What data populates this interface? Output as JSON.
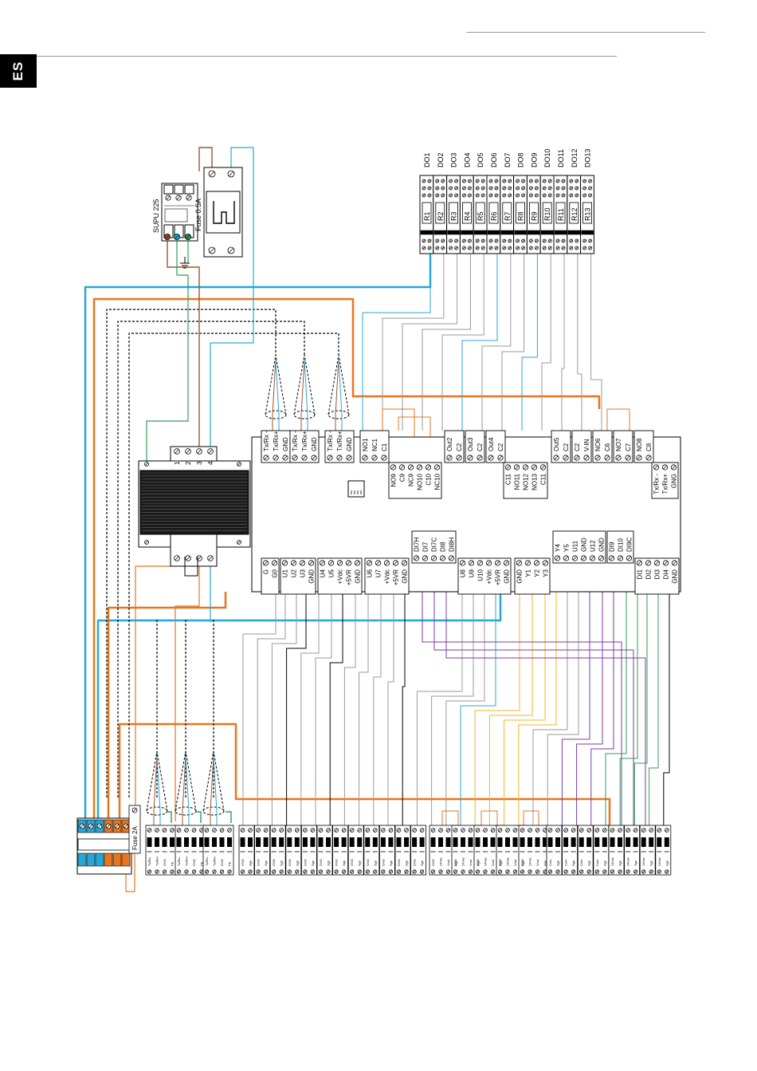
{
  "header": {
    "language_tab": "ES"
  },
  "colors": {
    "blue": "#27a7d8",
    "orange": "#e8761c",
    "brown": "#a0522d",
    "green": "#2e9e57",
    "purple": "#7c3aa0",
    "yellow": "#f0b428",
    "gray": "#9a9a9a",
    "dark": "#000000"
  },
  "power": {
    "supply_label": "SUPU 225",
    "fuse_small": "Fuse 0.5A",
    "fuse_main": "Fuse 2A"
  },
  "relays": {
    "do_labels": [
      "DO1",
      "DO2",
      "DO3",
      "DO4",
      "DO5",
      "DO6",
      "DO7",
      "DO8",
      "DO9",
      "DO10",
      "DO11",
      "DO12",
      "DO13"
    ],
    "r_labels": [
      "R1",
      "R2",
      "R3",
      "R4",
      "R5",
      "R6",
      "R7",
      "R8",
      "R9",
      "R10",
      "R11",
      "R12",
      "R13"
    ]
  },
  "transformer": {
    "terminals_top": [
      "1",
      "2",
      "3",
      "4"
    ]
  },
  "controller": {
    "com_blocks": [
      [
        "Tx/Rx -",
        "Tx/Rx+",
        "GND"
      ],
      [
        "Tx/Rx -",
        "Tx/Rx+",
        "GND"
      ],
      [
        "Tx/Rx -",
        "Tx/Rx+",
        "GND"
      ]
    ],
    "top_relay_a": [
      "NO1",
      "NC1",
      "C1"
    ],
    "top_relay_b": [
      "NO9",
      "C9",
      "NC9",
      "NO10",
      "C10",
      "NC10"
    ],
    "top_out_a": [
      "Out2",
      "C2"
    ],
    "top_out_b": [
      "Out3",
      "C2"
    ],
    "top_out_c": [
      "Out4",
      "C2"
    ],
    "top_relay_c": [
      "C11",
      "NO11",
      "NO12",
      "NO13",
      "C11"
    ],
    "top_out_d": [
      "Out5",
      "C2"
    ],
    "top_vin": [
      "C2",
      "V-IN"
    ],
    "top_no6": [
      "NO6",
      "C6"
    ],
    "top_no7": [
      "NO7",
      "C7"
    ],
    "top_no8": [
      "NO8",
      "C8"
    ],
    "right_com": [
      "Tx/Rx -",
      "Tx/Rx+",
      "GNG"
    ],
    "bottom_g": [
      "G",
      "G0"
    ],
    "bottom_u1": [
      "U1",
      "U2",
      "U3",
      "GND"
    ],
    "bottom_u4": [
      "U4",
      "U5",
      "+Vdc",
      "+5VR",
      "GND"
    ],
    "bottom_u6": [
      "U6",
      "U7",
      "+Vdc",
      "+5VR",
      "GND"
    ],
    "bottom_di7": [
      "DI7H",
      "DI7",
      "DI7C",
      "DI8",
      "DI8H"
    ],
    "bottom_u8": [
      "U8",
      "U9",
      "U10",
      "+Vdc",
      "+5VR",
      "GND"
    ],
    "bottom_y": [
      "GND",
      "Y1",
      "Y2",
      "Y3"
    ],
    "bottom_y4": [
      "Y4",
      "Y5",
      "U11",
      "GND",
      "U12",
      "GND"
    ],
    "bottom_di9": [
      "DI9",
      "DI10",
      "DI9C"
    ],
    "bottom_di1": [
      "DI1",
      "DI2",
      "DI3",
      "DI4",
      "GND"
    ]
  },
  "bottom_rail": {
    "group_a": [
      "Tx/Rx-",
      "Tx/Rx+",
      "GND",
      "PE"
    ],
    "group_b": [
      "GND",
      "Sgn"
    ],
    "group_c": [
      "GND",
      "24Vac",
      "Vout",
      "Sgn"
    ],
    "group_d": [
      "Com",
      "Sgn"
    ],
    "group_e": [
      "24Vac",
      "Sgn"
    ]
  }
}
